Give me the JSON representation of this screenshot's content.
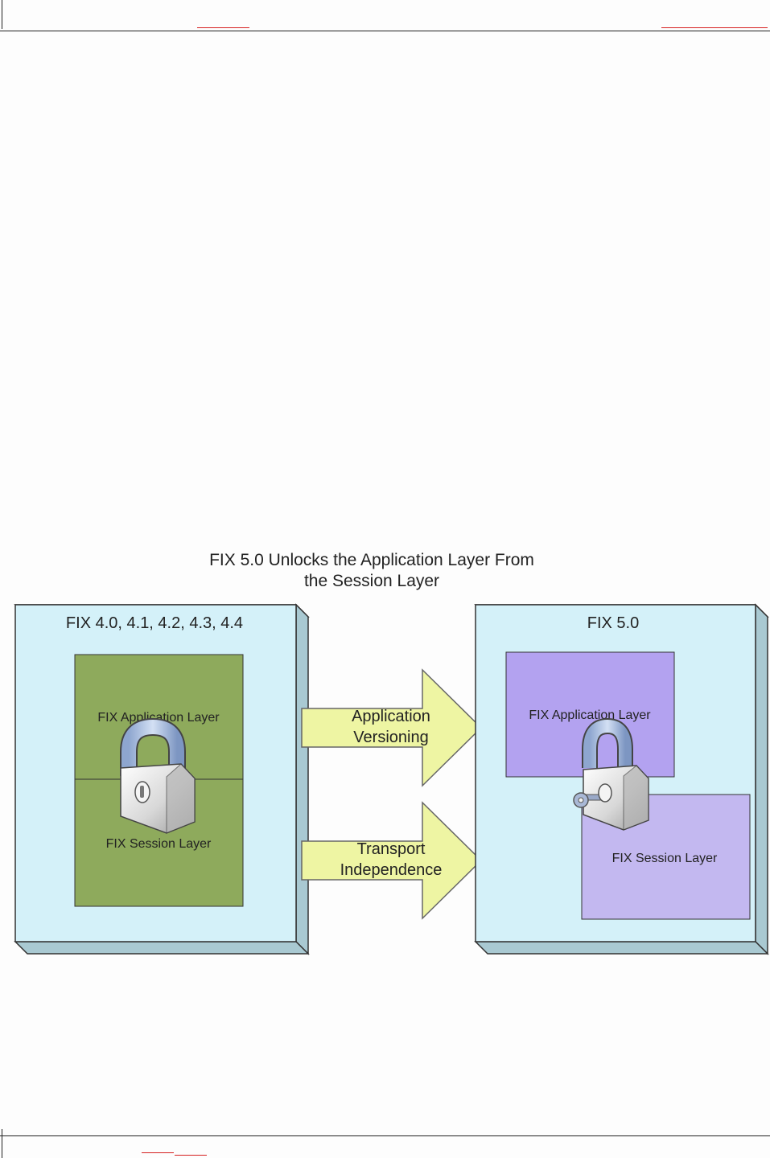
{
  "diagram": {
    "title_line1": "FIX 5.0 Unlocks the Application Layer From",
    "title_line2": "the Session Layer",
    "left_box": {
      "title": "FIX 4.0, 4.1, 4.2, 4.3, 4.4",
      "app_layer": "FIX Application Layer",
      "session_layer": "FIX Session Layer"
    },
    "arrows": [
      {
        "line1": "Application",
        "line2": "Versioning"
      },
      {
        "line1": "Transport",
        "line2": "Independence"
      }
    ],
    "right_box": {
      "title": "FIX 5.0",
      "app_layer": "FIX Application Layer",
      "session_layer": "FIX Session Layer"
    }
  },
  "icons": [
    "lock-icon",
    "unlocked-lock-with-key-icon",
    "right-arrow-icon"
  ],
  "colors": {
    "box_fill": "#d4f1f9",
    "green_layer": "#8eaa5c",
    "app_purple": "#b3a2f0",
    "session_purple": "#c3b8f0",
    "arrow_fill": "#eef5a3",
    "header_link_red": "#d62020"
  }
}
